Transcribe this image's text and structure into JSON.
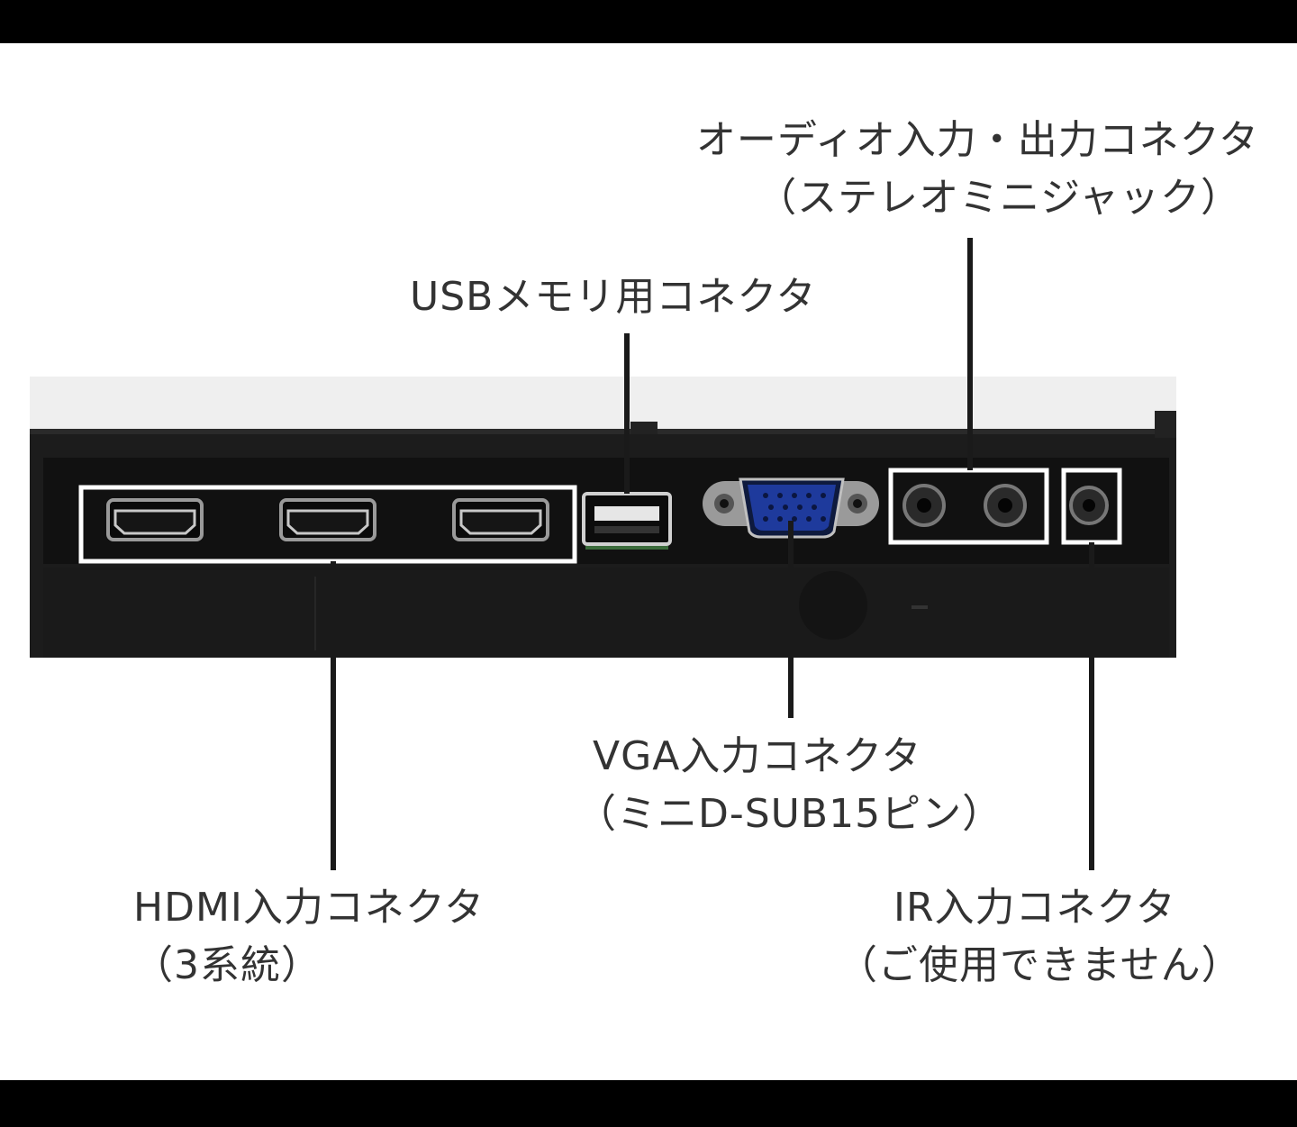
{
  "labels": {
    "audio": {
      "line1": "オーディオ入力・出力コネクタ",
      "line2": "（ステレオミニジャック）"
    },
    "usb": {
      "line1": "USBメモリ用コネクタ"
    },
    "vga": {
      "line1": "VGA入力コネクタ",
      "line2": "（ミニD-SUB15ピン）"
    },
    "hdmi": {
      "line1": "HDMI入力コネクタ",
      "line2": "（3系統）"
    },
    "ir": {
      "line1": "IR入力コネクタ",
      "line2": "（ご使用できません）"
    }
  },
  "colors": {
    "panel": "#1c1c1c",
    "panel_inner": "#101010",
    "panel_top": "#f0f0f0",
    "highlight_box": "#ffffff",
    "vga_body": "#1e3a9c",
    "leader_line": "#1a1a1a",
    "text": "#333333"
  }
}
